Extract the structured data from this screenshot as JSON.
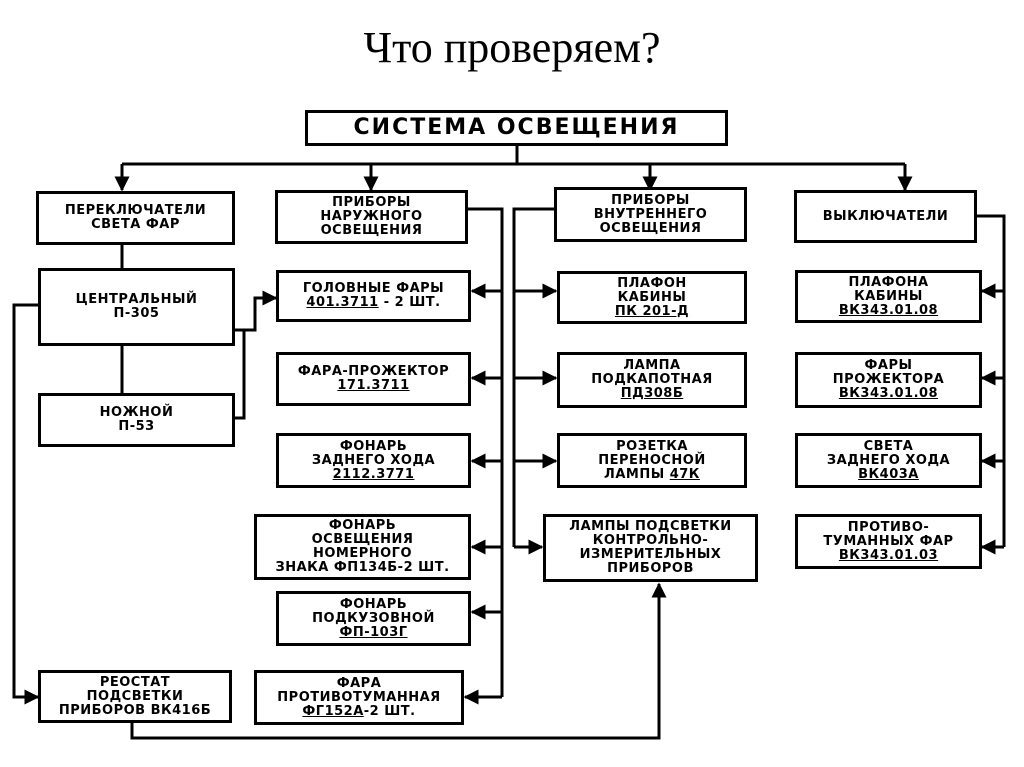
{
  "slide": {
    "title": "Что проверяем?"
  },
  "diagram": {
    "root": "СИСТЕМА ОСВЕЩЕНИЯ",
    "switches": {
      "l1": "ПЕРЕКЛЮЧАТЕЛИ",
      "l2": "СВЕТА ФАР",
      "central": {
        "l1": "ЦЕНТРАЛЬНЫЙ",
        "l2": "П-305"
      },
      "foot": {
        "l1": "НОЖНОЙ",
        "l2": "П-53"
      },
      "rheostat": {
        "l1": "РЕОСТАТ",
        "l2": "ПОДСВЕТКИ",
        "l3": "ПРИБОРОВ ВК416Б"
      }
    },
    "outer": {
      "l1": "ПРИБОРЫ",
      "l2": "НАРУЖНОГО",
      "l3": "ОСВЕЩЕНИЯ",
      "headlights": {
        "l1": "ГОЛОВНЫЕ ФАРЫ",
        "code": "401.3711",
        "rest": " - 2 ШТ."
      },
      "spotlight": {
        "l1": "ФАРА-ПРОЖЕКТОР",
        "code": "171.3711"
      },
      "reverse": {
        "l1": "ФОНАРЬ",
        "l2": "ЗАДНЕГО ХОДА",
        "code": "2112.3771"
      },
      "plate": {
        "l1": "ФОНАРЬ",
        "l2": "ОСВЕЩЕНИЯ",
        "l3": "НОМЕРНОГО",
        "l4": "ЗНАКА ФП134Б-2 ШТ."
      },
      "underbody": {
        "l1": "ФОНАРЬ",
        "l2": "ПОДКУЗОВНОЙ",
        "code": "ФП-103Г"
      },
      "fog": {
        "l1": "ФАРА",
        "l2": "ПРОТИВОТУМАННАЯ",
        "code": "ФГ152А",
        "rest": "-2 ШТ."
      }
    },
    "inner": {
      "l1": "ПРИБОРЫ",
      "l2": "ВНУТРЕННЕГО",
      "l3": "ОСВЕЩЕНИЯ",
      "cabin": {
        "l1": "ПЛАФОН",
        "l2": "КАБИНЫ",
        "code": "ПК 201-Д"
      },
      "hood": {
        "l1": "ЛАМПА",
        "l2": "ПОДКАПОТНАЯ",
        "code": "ПД308Б"
      },
      "socket": {
        "l1": "РОЗЕТКА",
        "l2": "ПЕРЕНОСНОЙ",
        "l3": "ЛАМПЫ ",
        "code": "47К"
      },
      "gauges": {
        "l1": "ЛАМПЫ ПОДСВЕТКИ",
        "l2": "КОНТРОЛЬНО-",
        "l3": "ИЗМЕРИТЕЛЬНЫХ",
        "l4": "ПРИБОРОВ"
      }
    },
    "breakers": {
      "l1": "ВЫКЛЮЧАТЕЛИ",
      "cabin": {
        "l1": "ПЛАФОНА",
        "l2": "КАБИНЫ",
        "code": "ВК343.01.08"
      },
      "spot": {
        "l1": "ФАРЫ",
        "l2": "ПРОЖЕКТОРА",
        "code": "ВК343.01.08"
      },
      "reverse": {
        "l1": "СВЕТА",
        "l2": "ЗАДНЕГО ХОДА",
        "code": "ВК403А"
      },
      "fog": {
        "l1": "ПРОТИВО-",
        "l2": "ТУМАННЫХ ФАР",
        "code": "ВК343.01.03"
      }
    }
  }
}
